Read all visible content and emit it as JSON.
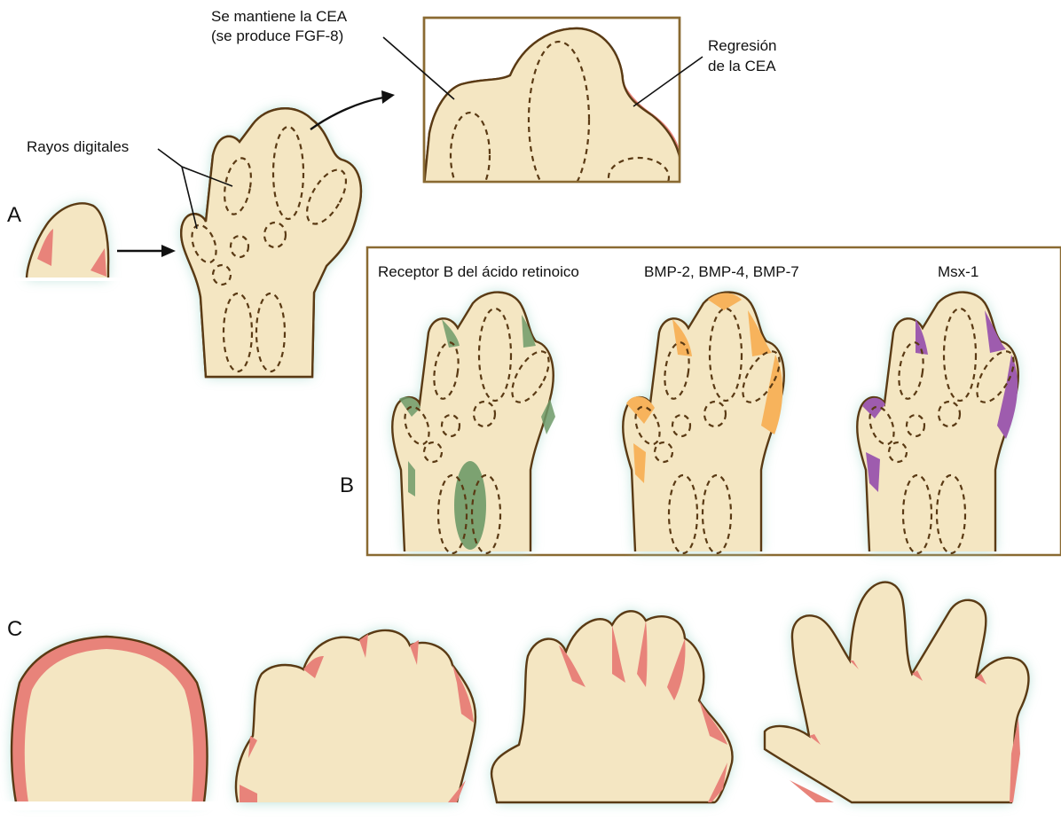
{
  "panels": {
    "a_letter": "A",
    "b_letter": "B",
    "c_letter": "C"
  },
  "annotations": {
    "rayos_digitales": "Rayos digitales",
    "cea_kept_line1": "Se mantiene la CEA",
    "cea_kept_line2": "(se produce FGF-8)",
    "cea_regression_line1": "Regresión",
    "cea_regression_line2": "de la CEA"
  },
  "expression_panels": [
    {
      "label": "Receptor B del ácido retinoico",
      "color": "#6f9a68"
    },
    {
      "label": "BMP-2, BMP-4, BMP-7",
      "color": "#f7b35c"
    },
    {
      "label": "Msx-1",
      "color": "#9e5cae"
    }
  ],
  "colors": {
    "tissue": "#f4e6c2",
    "outline": "#5a3a14",
    "aer_pink": "#e8837a",
    "aer_maintained_blue": "#8fbfe0",
    "glow_teal": "#9fd6c9",
    "frame": "#8a6a32"
  }
}
